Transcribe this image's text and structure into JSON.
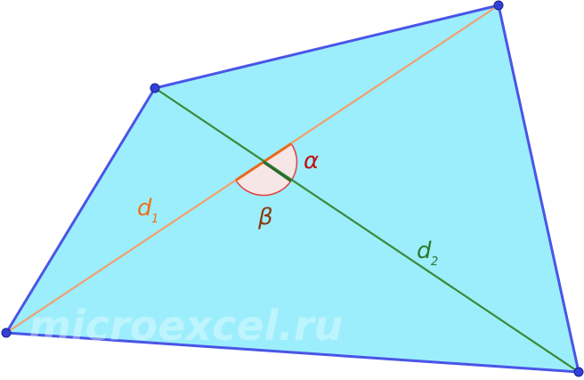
{
  "diagram": {
    "labels": {
      "alpha": "α",
      "beta": "β",
      "d1": "d",
      "d1_sub": "1",
      "d2": "d",
      "d2_sub": "2"
    },
    "watermark": "microexcel.ru",
    "colors": {
      "fill": "#9ceefc",
      "edge": "#4a55e6",
      "vertex": "#3340d8",
      "diagonal1": "#f0a070",
      "diagonal2": "#3a8a3a",
      "alpha_label": "#c01010",
      "beta_label": "#8a3a10",
      "d1_label": "#f07018",
      "d2_label": "#2a7a2a",
      "angle_fill": "#f7e6e6",
      "angle_stroke_alpha": "#e04040",
      "angle_stroke_beta": "#e04040"
    }
  }
}
